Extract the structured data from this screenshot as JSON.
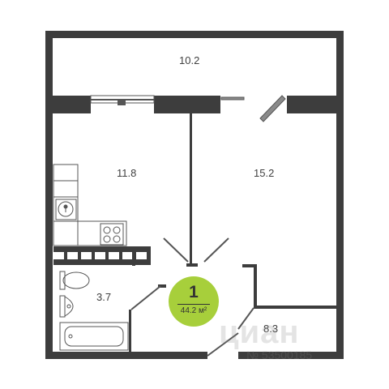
{
  "rooms": {
    "balcony": {
      "area": "10.2"
    },
    "kitchen": {
      "area": "11.8"
    },
    "bedroom": {
      "area": "15.2"
    },
    "bathroom": {
      "area": "3.7"
    },
    "hallway": {
      "area": "8.3"
    }
  },
  "summary": {
    "rooms_count": "1",
    "total_area": "44.2",
    "unit": "м²"
  },
  "watermark": {
    "brand": "циан",
    "listing_id": "№ 53500185"
  },
  "colors": {
    "wall": "#3d3d3d",
    "thin_line": "#555555",
    "badge": "#a7cf3b",
    "text": "#3f3f3f"
  }
}
